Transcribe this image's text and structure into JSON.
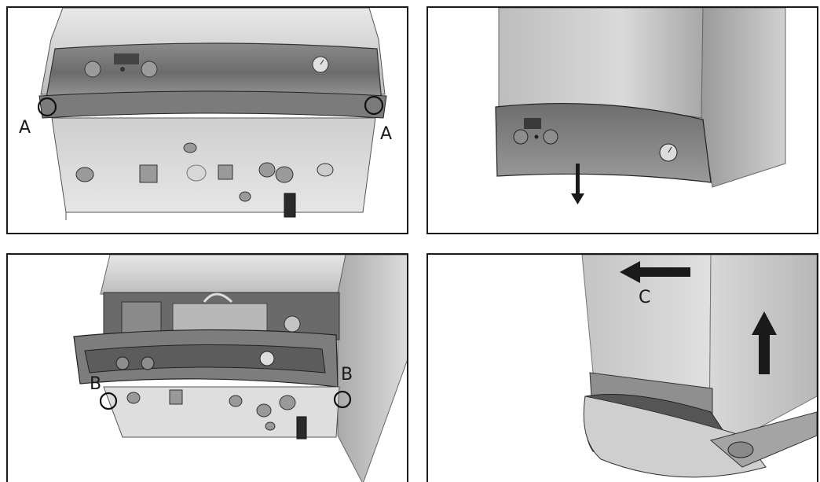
{
  "panels": [
    {
      "id": "p1",
      "labels": [
        "A",
        "A"
      ]
    },
    {
      "id": "p2",
      "labels": []
    },
    {
      "id": "p3",
      "labels": [
        "B",
        "B"
      ]
    },
    {
      "id": "p4",
      "labels": [
        "C"
      ]
    }
  ],
  "callouts": {
    "a_left": "A",
    "a_right": "A",
    "b_left": "B",
    "b_right": "B",
    "c": "C"
  },
  "colors": {
    "frame": "#1a1a1a",
    "casing_light": "#d4d4d4",
    "casing_mid": "#9a9a9a",
    "casing_dark": "#5a5a5a",
    "arrow": "#1a1a1a"
  }
}
